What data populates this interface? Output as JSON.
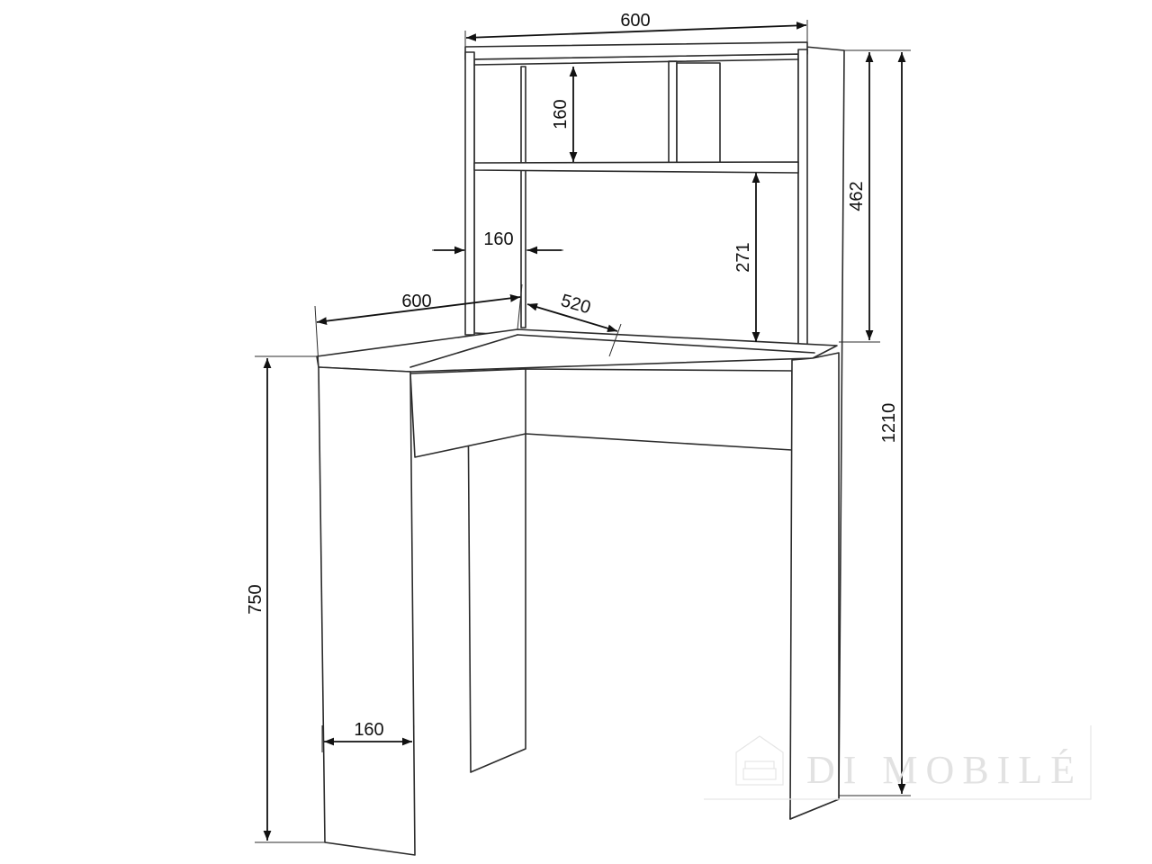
{
  "dimensions": {
    "top_width": "600",
    "shelf_height": "160",
    "upper_height": "462",
    "total_height": "1210",
    "divider_offset": "160",
    "lower_shelf_gap": "271",
    "desk_depth_left": "600",
    "desk_corner_depth": "520",
    "desk_height": "750",
    "leg_width": "160"
  },
  "watermark": {
    "text": "DI MOBILÉ",
    "icon": "sofa-house-icon"
  },
  "colors": {
    "line": "#2b2b2b",
    "watermark": "#e2e2e2"
  }
}
